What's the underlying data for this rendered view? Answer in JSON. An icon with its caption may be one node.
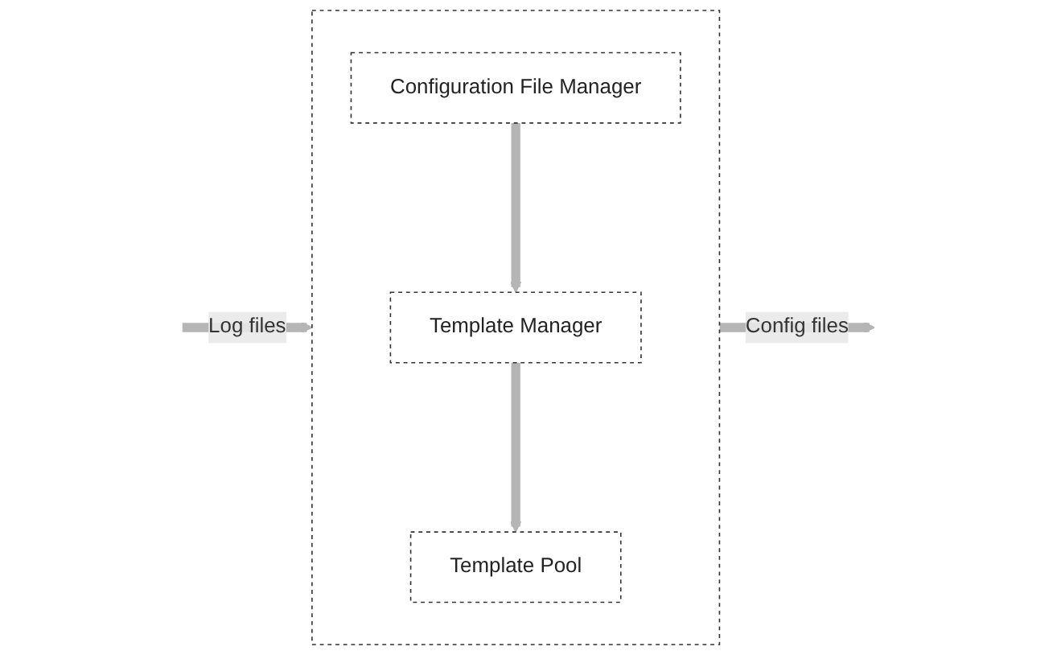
{
  "diagram": {
    "nodes": [
      {
        "text": [],
        "shape": "box"
      },
      {
        "text": [
          "Configuration File Manager"
        ],
        "in": 0
      },
      {
        "text": [
          "Template Manager"
        ],
        "in": 0
      },
      {
        "text": [
          "Template Pool"
        ],
        "in": 0
      }
    ],
    "edges": [
      {
        "from": null,
        "to": 0,
        "arrow": "to",
        "label": "Log files"
      },
      {
        "from": 1,
        "to": 2,
        "arrow": "to"
      },
      {
        "from": 2,
        "to": 3,
        "arrow": "to"
      },
      {
        "from": 0,
        "to": null,
        "arrow": "to",
        "label": "Config files"
      }
    ]
  }
}
